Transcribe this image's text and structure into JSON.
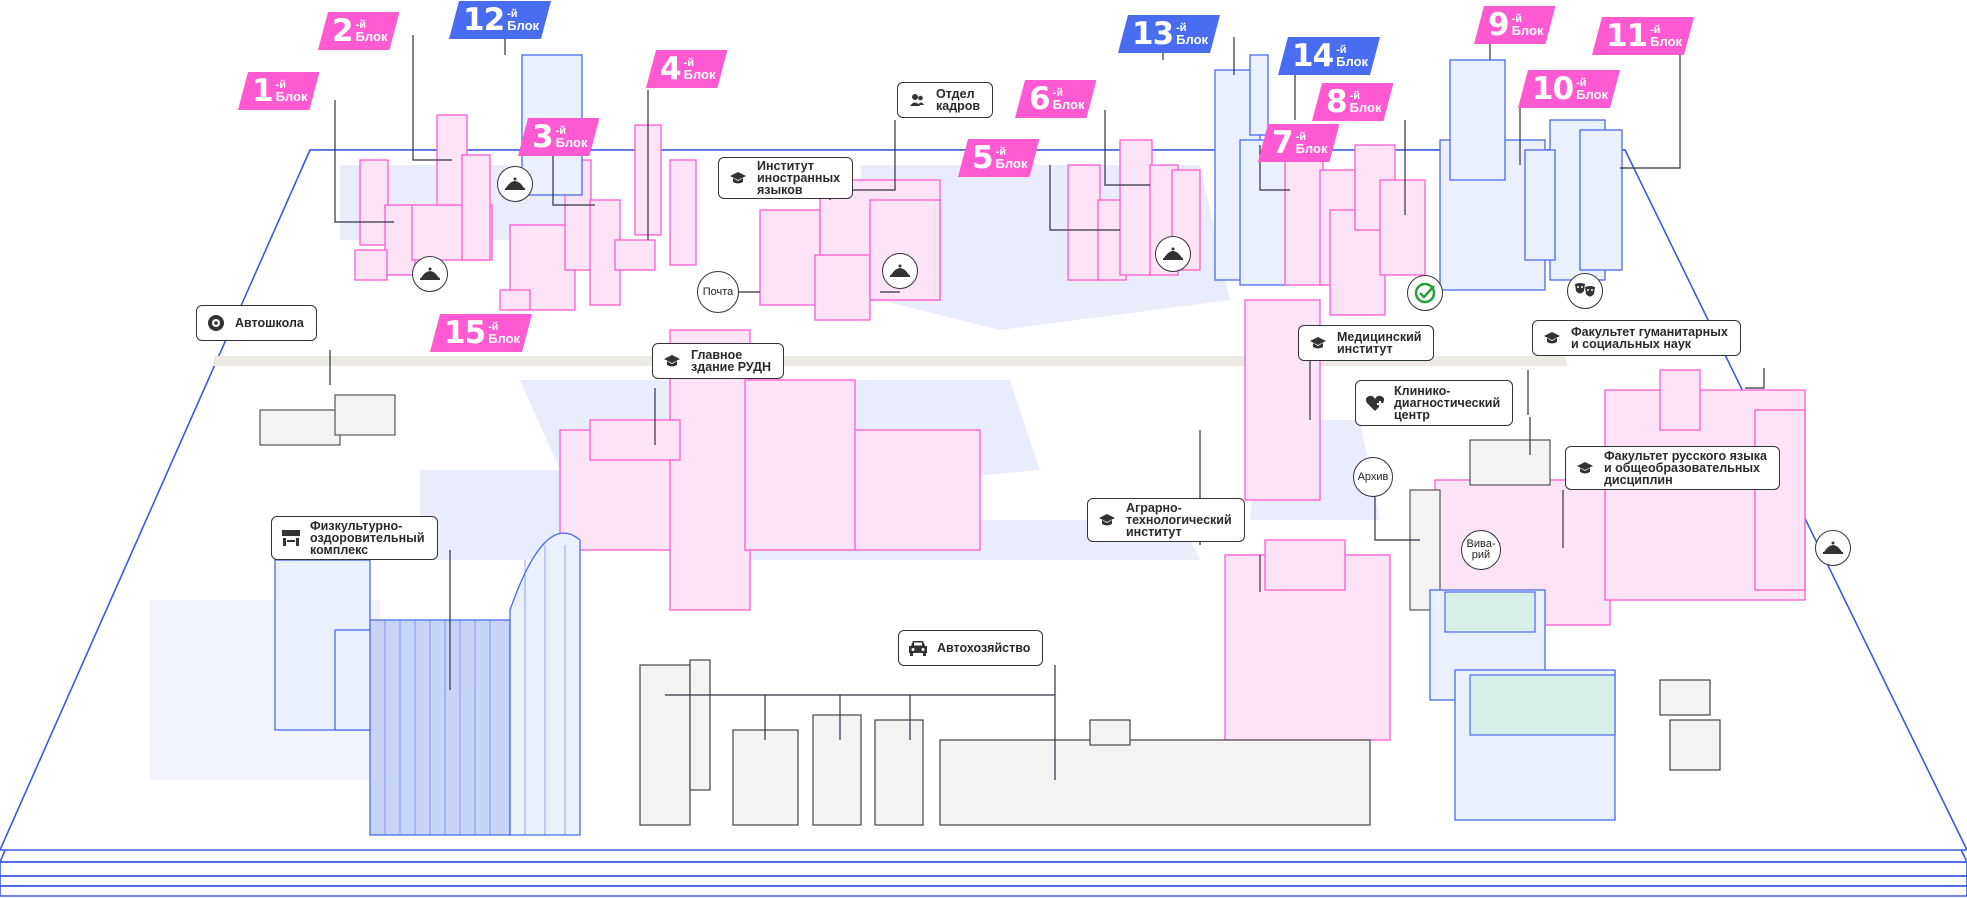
{
  "map": {
    "colors": {
      "pink": "#ff5ad2",
      "blue": "#4a6cf0",
      "outline": "#3b5bdb",
      "ground": "#e9edfb"
    }
  },
  "blocks": [
    {
      "id": "1",
      "num": "1",
      "sup": "-й",
      "word": "Блок",
      "color": "pink"
    },
    {
      "id": "2",
      "num": "2",
      "sup": "-й",
      "word": "Блок",
      "color": "pink"
    },
    {
      "id": "3",
      "num": "3",
      "sup": "-й",
      "word": "Блок",
      "color": "pink"
    },
    {
      "id": "4",
      "num": "4",
      "sup": "-й",
      "word": "Блок",
      "color": "pink"
    },
    {
      "id": "5",
      "num": "5",
      "sup": "-й",
      "word": "Блок",
      "color": "pink"
    },
    {
      "id": "6",
      "num": "6",
      "sup": "-й",
      "word": "Блок",
      "color": "pink"
    },
    {
      "id": "7",
      "num": "7",
      "sup": "-й",
      "word": "Блок",
      "color": "pink"
    },
    {
      "id": "8",
      "num": "8",
      "sup": "-й",
      "word": "Блок",
      "color": "pink"
    },
    {
      "id": "9",
      "num": "9",
      "sup": "-й",
      "word": "Блок",
      "color": "pink"
    },
    {
      "id": "10",
      "num": "10",
      "sup": "-й",
      "word": "Блок",
      "color": "pink"
    },
    {
      "id": "11",
      "num": "11",
      "sup": "-й",
      "word": "Блок",
      "color": "pink"
    },
    {
      "id": "12",
      "num": "12",
      "sup": "-й",
      "word": "Блок",
      "color": "blue"
    },
    {
      "id": "13",
      "num": "13",
      "sup": "-й",
      "word": "Блок",
      "color": "blue"
    },
    {
      "id": "14",
      "num": "14",
      "sup": "-й",
      "word": "Блок",
      "color": "blue"
    },
    {
      "id": "15",
      "num": "15",
      "sup": "-й",
      "word": "Блок",
      "color": "pink"
    }
  ],
  "places": {
    "hr": {
      "label": "Отдел\nкадров",
      "icon": "people-icon"
    },
    "foreign_lang": {
      "label": "Институт\nиностранных\nязыков",
      "icon": "graduation-cap-icon"
    },
    "driving_school": {
      "label": "Автошкола",
      "icon": "steering-wheel-icon"
    },
    "main_building": {
      "label": "Главное\nздание РУДН",
      "icon": "graduation-cap-icon"
    },
    "medical": {
      "label": "Медицинский\nинститут",
      "icon": "graduation-cap-icon"
    },
    "humanities": {
      "label": "Факультет гуманитарных\nи социальных наук",
      "icon": "graduation-cap-icon"
    },
    "clinic": {
      "label": "Клинико-\nдиагностический\nцентр",
      "icon": "medical-heart-icon"
    },
    "russian_lang": {
      "label": "Факультет русского языка\nи общеобразовательных\nдисциплин",
      "icon": "graduation-cap-icon"
    },
    "agrarian": {
      "label": "Аграрно-\nтехнологический\nинститут",
      "icon": "graduation-cap-icon"
    },
    "sports": {
      "label": "Физкультурно-\nоздоровительный\nкомплекс",
      "icon": "gym-icon"
    },
    "garage": {
      "label": "Автохозяйство",
      "icon": "car-icon"
    }
  },
  "circle_labels": {
    "post": "Почта",
    "archive": "Архив",
    "vivarium": "Вива-\nрий"
  },
  "circle_icons": [
    {
      "name": "canteen-icon"
    },
    {
      "name": "canteen-icon"
    },
    {
      "name": "canteen-icon"
    },
    {
      "name": "canteen-icon"
    },
    {
      "name": "canteen-icon"
    },
    {
      "name": "canteen-icon"
    },
    {
      "name": "sber-bank-icon"
    },
    {
      "name": "theatre-masks-icon"
    }
  ]
}
